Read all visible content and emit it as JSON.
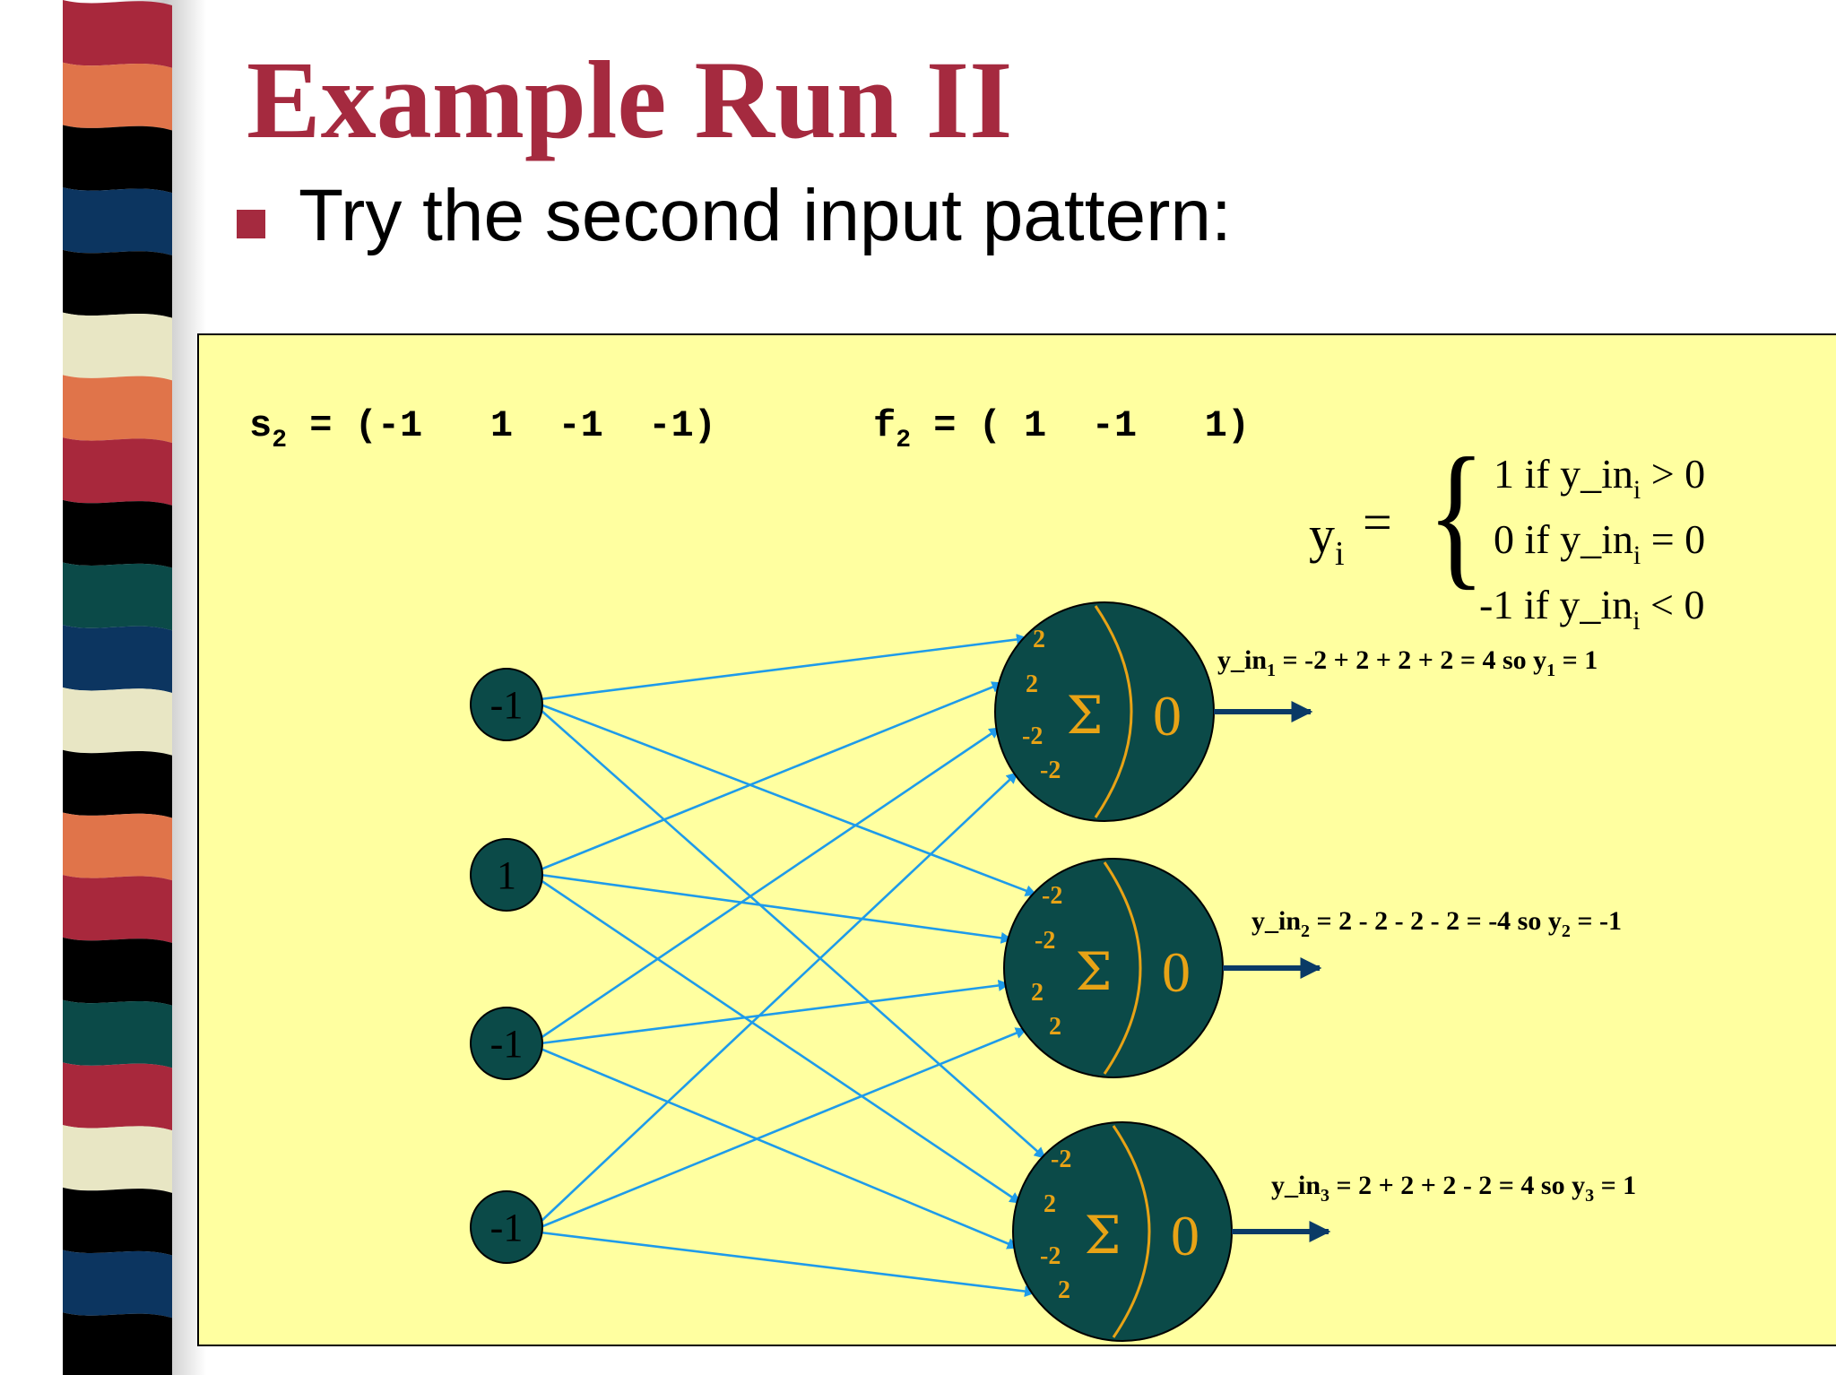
{
  "slide": {
    "title": "Example Run II",
    "bullet": "Try the second input pattern:"
  },
  "colors": {
    "title": "#a52a3f",
    "panel_bg": "#ffffa0",
    "node_fill": "#0b4a48",
    "edge": "#1e9bea",
    "weight_text": "#e8a316",
    "arrow": "#0a3a66"
  },
  "diagram": {
    "s_label": "s",
    "s_sub": "2",
    "s_vector": " = (-1   1  -1  -1)",
    "f_label": "f",
    "f_sub": "2",
    "f_vector": " = ( 1  -1   1)",
    "rule": {
      "lhs": "y",
      "lhs_sub": "i",
      "equals": "=",
      "cases": [
        {
          "pre": "1 if y_in",
          "sub": "i",
          "post": " > 0"
        },
        {
          "pre": "0 if y_in",
          "sub": "i",
          "post": " = 0"
        },
        {
          "pre": "-1 if y_in",
          "sub": "i",
          "post": " < 0"
        }
      ]
    },
    "inputs": [
      "-1",
      "1",
      "-1",
      "-1"
    ],
    "outputs": [
      {
        "sigma": "Σ",
        "threshold": "0",
        "weights": [
          "2",
          "2",
          "-2",
          "-2"
        ],
        "eq": {
          "a": "y_in",
          "b": "1",
          "c": " = -2 + 2 + 2 + 2 = 4 so y",
          "d": "1",
          "e": " = 1"
        }
      },
      {
        "sigma": "Σ",
        "threshold": "0",
        "weights": [
          "-2",
          "-2",
          "2",
          "2"
        ],
        "eq": {
          "a": "y_in",
          "b": "2",
          "c": " = 2 - 2 - 2 - 2 = -4 so y",
          "d": "2",
          "e": " = -1"
        }
      },
      {
        "sigma": "Σ",
        "threshold": "0",
        "weights": [
          "-2",
          "2",
          "-2",
          "2"
        ],
        "eq": {
          "a": "y_in",
          "b": "3",
          "c": " = 2 + 2 + 2 - 2 = 4 so y",
          "d": "3",
          "e": " = 1"
        }
      }
    ]
  }
}
